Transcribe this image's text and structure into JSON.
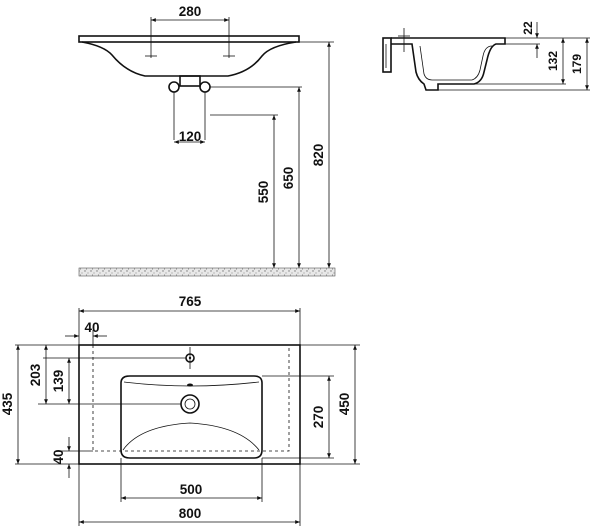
{
  "dimensions": {
    "front_view": {
      "tap_hole_spacing": "280",
      "drain_spacing": "120",
      "drain_height": "550",
      "siphon_height": "650",
      "top_height": "820"
    },
    "side_view": {
      "rim_thickness": "22",
      "bowl_depth": "132",
      "total_depth": "179"
    },
    "top_view": {
      "inner_width": "765",
      "side_offset": "40",
      "tap_hole_from_back": "203",
      "drain_from_back": "139",
      "overall_depth": "435",
      "front_offset": "40",
      "bowl_depth": "270",
      "total_depth": "450",
      "bowl_width": "500",
      "overall_width": "800"
    }
  }
}
